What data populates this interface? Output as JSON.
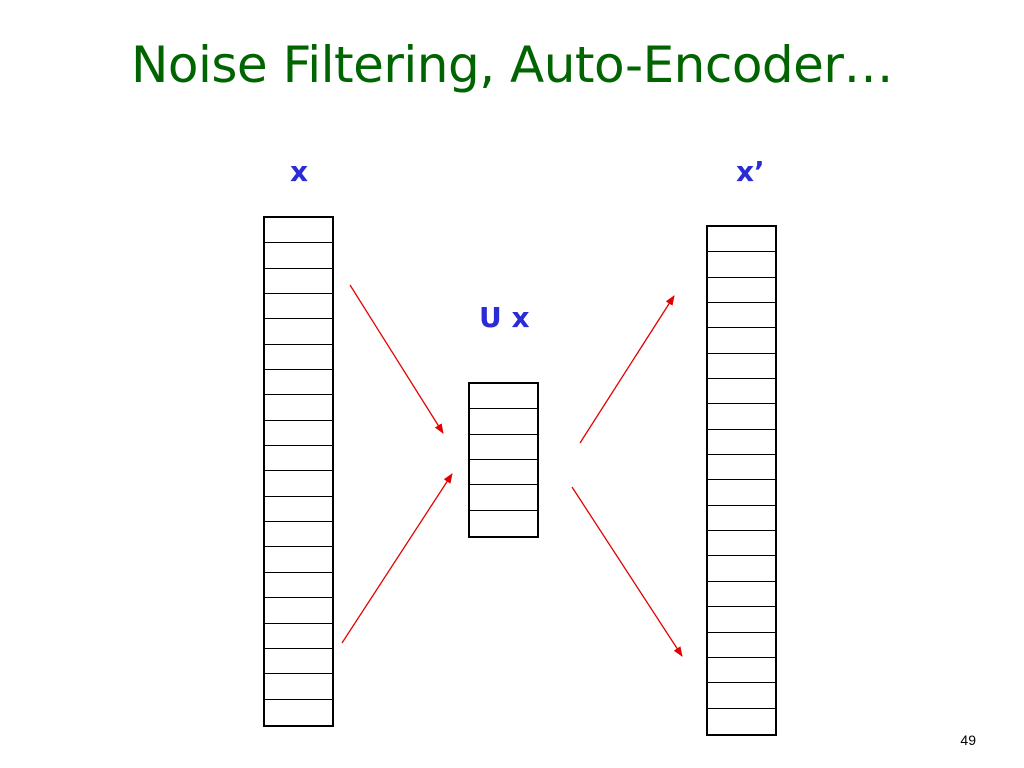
{
  "slide": {
    "title": "Noise Filtering, Auto-Encoder…",
    "page_number": "49"
  },
  "diagram": {
    "input_label": "x",
    "code_label": "U x",
    "output_label": "x’",
    "input_cells": 20,
    "code_cells": 6,
    "output_cells": 20,
    "arrow_color": "#e00000",
    "label_color": "#2b2bd8",
    "title_color": "#006400"
  }
}
